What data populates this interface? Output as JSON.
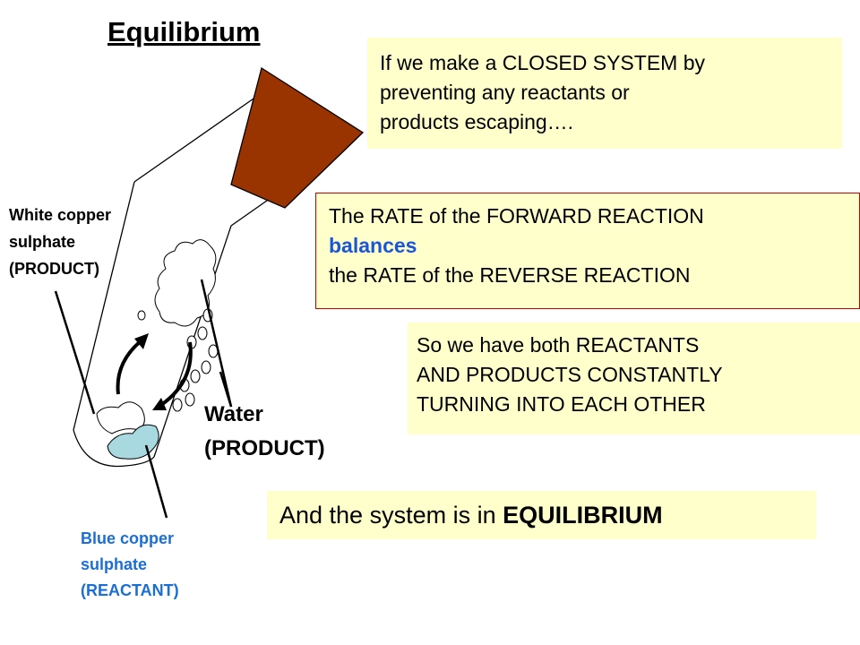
{
  "title": "Equilibrium",
  "closed_system_box": {
    "lines": [
      "If we make a CLOSED SYSTEM by",
      "preventing any reactants or",
      "products escaping…."
    ]
  },
  "rate_box": {
    "line1": "The RATE of the FORWARD REACTION",
    "highlight": "balances",
    "line3": "the RATE of the REVERSE REACTION"
  },
  "constant_box": {
    "lines": [
      "So we have both REACTANTS",
      "AND PRODUCTS CONSTANTLY",
      "TURNING INTO EACH OTHER"
    ]
  },
  "equilibrium_box": {
    "prefix": "And the system is in",
    "emphasis": "EQUILIBRIUM"
  },
  "labels": {
    "white_copper": [
      "White copper",
      "sulphate",
      "(PRODUCT)"
    ],
    "water": [
      "Water",
      "(PRODUCT)"
    ],
    "blue_copper": [
      "Blue copper",
      "sulphate",
      "(REACTANT)"
    ]
  },
  "colors": {
    "box_fill": "#ffffcc",
    "stopper": "#993300",
    "blue_solid": "#a8d8e0",
    "highlight_blue": "#1a56d6",
    "rate_border": "#cc0000"
  }
}
